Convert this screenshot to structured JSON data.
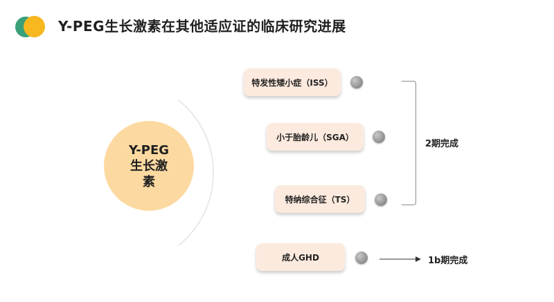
{
  "title": "Y-PEG生长激素在其他适应证的临床研究进展",
  "hub": {
    "line1": "Y-PEG",
    "line2": "生长激",
    "line3": "素"
  },
  "indications": [
    {
      "label": "特发性矮小症（ISS）"
    },
    {
      "label": "小于胎龄儿（SGA）"
    },
    {
      "label": "特纳综合征（TS）"
    },
    {
      "label": "成人GHD"
    }
  ],
  "status": {
    "group": "2期完成",
    "adult": "1b期完成"
  },
  "colors": {
    "accent_green": "#3aa07a",
    "accent_yellow": "#f6b71f",
    "hub": "#fcd9a0",
    "pill": "#fdeadf"
  }
}
